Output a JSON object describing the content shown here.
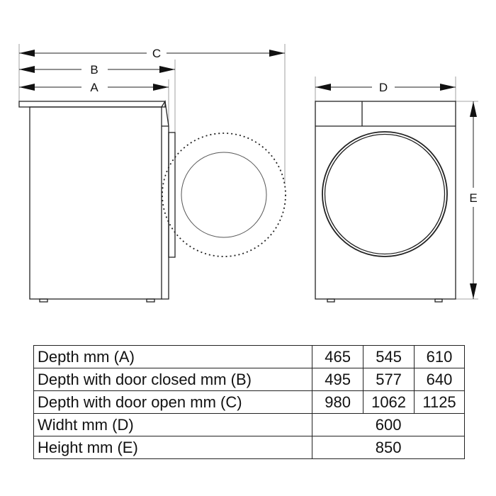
{
  "dimension_labels": {
    "A": "A",
    "B": "B",
    "C": "C",
    "D": "D",
    "E": "E"
  },
  "table": {
    "rows": [
      {
        "label": "Depth mm (A)",
        "values": [
          "465",
          "545",
          "610"
        ]
      },
      {
        "label": "Depth with door closed mm (B)",
        "values": [
          "495",
          "577",
          "640"
        ]
      },
      {
        "label": "Depth with door open mm (C)",
        "values": [
          "980",
          "1062",
          "1125"
        ]
      },
      {
        "label": "Widht mm (D)",
        "value": "600"
      },
      {
        "label": "Height mm (E)",
        "value": "850"
      }
    ]
  }
}
